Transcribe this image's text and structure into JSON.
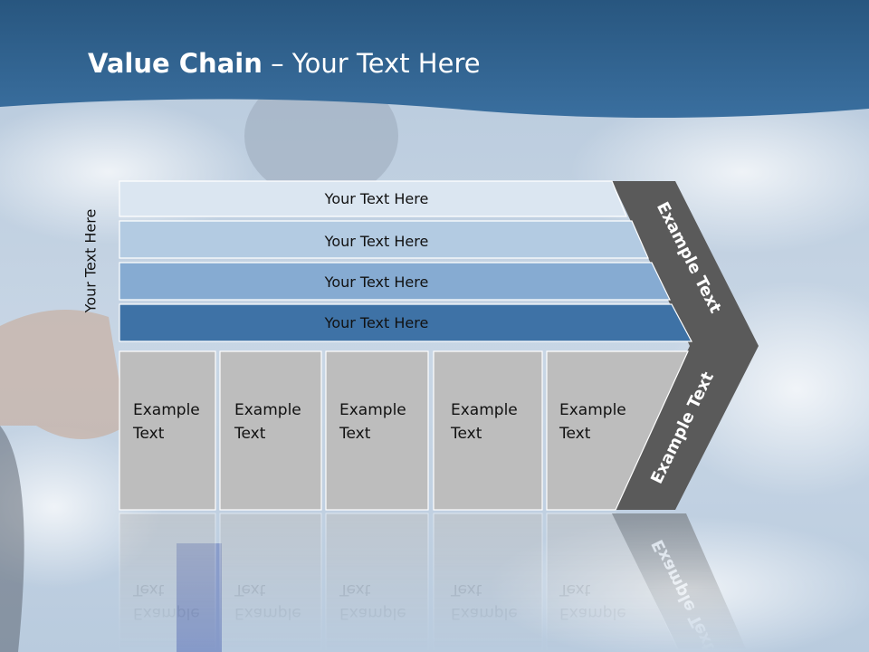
{
  "slide": {
    "title_bold": "Value Chain",
    "title_rest": " – Your Text Here",
    "side_label": "Your Text Here"
  },
  "layers": [
    {
      "label": "Your Text Here",
      "color": "#dbe6f1"
    },
    {
      "label": "Your Text Here",
      "color": "#b3cbe2"
    },
    {
      "label": "Your Text Here",
      "color": "#86abd2"
    },
    {
      "label": "Your Text Here",
      "color": "#3e72a6"
    }
  ],
  "blocks": [
    {
      "line1": "Example",
      "line2": "Text"
    },
    {
      "line1": "Example",
      "line2": "Text"
    },
    {
      "line1": "Example",
      "line2": "Text"
    },
    {
      "line1": "Example",
      "line2": "Text"
    },
    {
      "line1": "Example",
      "line2": "Text"
    }
  ],
  "chevron": {
    "upper_label": "Example Text",
    "lower_label": "Example Text",
    "color": "#5a5a5a"
  },
  "colors": {
    "header": "#2f6494",
    "block_fill": "#bdbdbd"
  }
}
